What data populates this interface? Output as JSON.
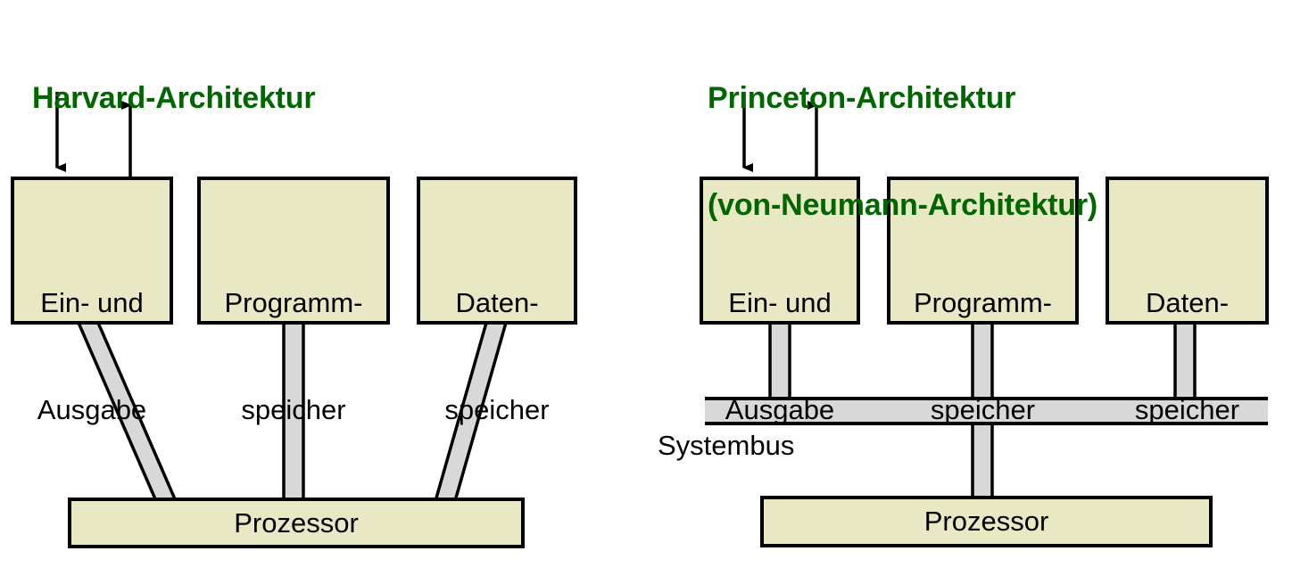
{
  "colors": {
    "title_green": "#006600",
    "box_fill": "#E8E8C4",
    "box_stroke": "#000000",
    "connector_fill": "#D8D8D8",
    "bus_fill": "#D8D8D8",
    "background": "#FFFFFF"
  },
  "diagrams": [
    {
      "id": "harvard",
      "title_lines": [
        "Harvard-Architektur"
      ],
      "boxes": [
        {
          "id": "io",
          "label_lines": [
            "Ein- und",
            "Ausgabe"
          ]
        },
        {
          "id": "program-memory",
          "label_lines": [
            "Programm-",
            "speicher"
          ]
        },
        {
          "id": "data-memory",
          "label_lines": [
            "Daten-",
            "speicher"
          ]
        }
      ],
      "processor": {
        "id": "processor",
        "label": "Prozessor"
      },
      "arrows": [
        {
          "id": "input-arrow",
          "direction": "down"
        },
        {
          "id": "output-arrow",
          "direction": "up"
        }
      ],
      "bus": null
    },
    {
      "id": "princeton",
      "title_lines": [
        "Princeton-Architektur",
        "(von-Neumann-Architektur)"
      ],
      "boxes": [
        {
          "id": "io",
          "label_lines": [
            "Ein- und",
            "Ausgabe"
          ]
        },
        {
          "id": "program-memory",
          "label_lines": [
            "Programm-",
            "speicher"
          ]
        },
        {
          "id": "data-memory",
          "label_lines": [
            "Daten-",
            "speicher"
          ]
        }
      ],
      "processor": {
        "id": "processor",
        "label": "Prozessor"
      },
      "arrows": [
        {
          "id": "input-arrow",
          "direction": "down"
        },
        {
          "id": "output-arrow",
          "direction": "up"
        }
      ],
      "bus": {
        "id": "system-bus",
        "label": "Systembus"
      }
    }
  ]
}
